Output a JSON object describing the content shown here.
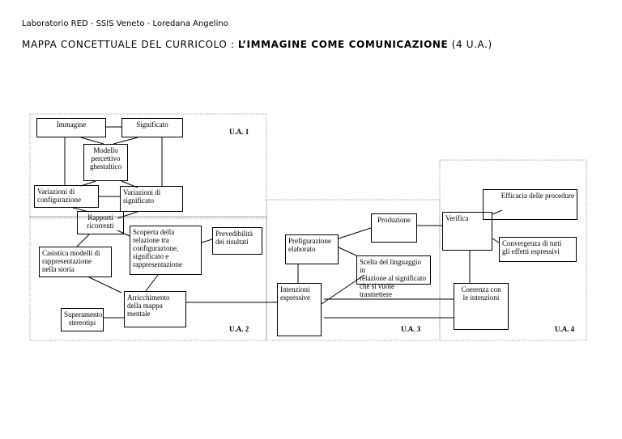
{
  "header": {
    "lab": "Laboratorio RED - SSIS Veneto - Loredana Angelino",
    "title_prefix": "MAPPA  CONCETTUALE  DEL  CURRICOLO :",
    "title_topic": "L’IMMAGINE  COME  COMUNICAZIONE",
    "title_suffix": "(4 U.A.)"
  },
  "units": {
    "ua1": "U.A. 1",
    "ua2": "U.A. 2",
    "ua3": "U.A. 3",
    "ua4": "U.A. 4"
  },
  "nodes": {
    "immagine": "Immagine",
    "significato": "Significato",
    "modello": "Modello\npercettivo\nghestaltico",
    "var_config": "Variazioni di\nconfigurazione",
    "var_signif": "Variazioni di\nsignificato",
    "rapporti": "Rapporti\nricorrenti",
    "casistica": "Casistica modelli di\nrappresentazione\nnella storia",
    "scoperta": "Scoperta della\nrelazione tra\nconfigurazione,\nsignificato e\nrappresentazione",
    "prevedibilita": "Prevedibilità\ndei risultati",
    "arricchimento": "Arricchimento\ndella mappa\nmentale",
    "superamento": "Superamento\nstereotipi",
    "prefigurazione": "Prefigurazione\nelaborato",
    "intenzioni": "Intenzioni\nespressive",
    "scelta": "Scelta del linguaggio in\nrelazione al significato\nche si vuole trasmettere",
    "produzione": "Produzione",
    "verifica": "Verifica",
    "efficacia": "Efficacia delle procedure",
    "convergenza": "Convergenza di tutti\ngli effetti  espressivi",
    "coerenza": "Coerenza con\nle intenzioni"
  }
}
